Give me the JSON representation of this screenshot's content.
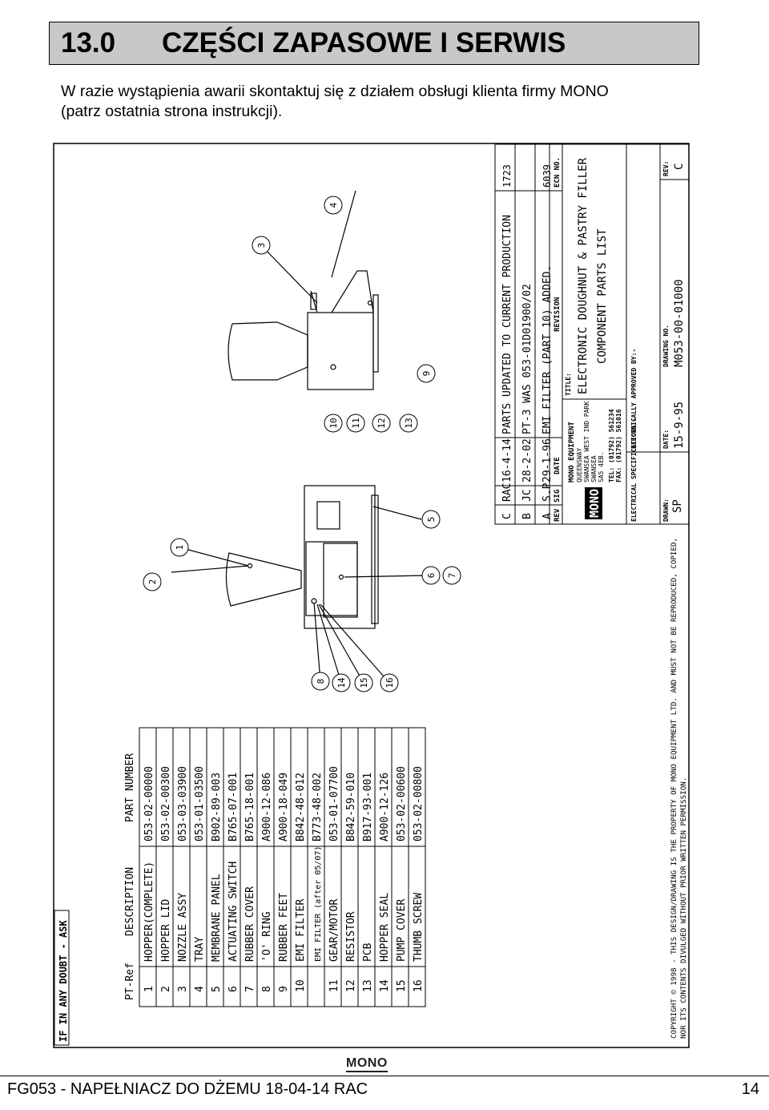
{
  "header": {
    "number": "13.0",
    "title": "CZĘŚCI ZAPASOWE I SERWIS"
  },
  "intro": {
    "line1": "W razie wystąpienia awarii skontaktuj się z działem obsługi klienta firmy MONO",
    "line2": "(patrz ostatnia strona instrukcji)."
  },
  "drawing": {
    "side_banner": "IF IN ANY DOUBT - ASK",
    "table_headers": {
      "ref": "PT-Ref",
      "description": "DESCRIPTION",
      "part": "PART NUMBER"
    },
    "parts": [
      {
        "ref": "1",
        "description": "HOPPER(COMPLETE)",
        "part": "053-02-00000"
      },
      {
        "ref": "2",
        "description": "HOPPER LID",
        "part": "053-02-00300"
      },
      {
        "ref": "3",
        "description": "NOZZLE ASSY",
        "part": "053-03-03900"
      },
      {
        "ref": "4",
        "description": "TRAY",
        "part": "053-01-03500"
      },
      {
        "ref": "5",
        "description": "MEMBRANE PANEL",
        "part": "B902-89-003"
      },
      {
        "ref": "6",
        "description": "ACTUATING SWITCH",
        "part": "B765-07-001"
      },
      {
        "ref": "7",
        "description": "RUBBER COVER",
        "part": "B765-18-001"
      },
      {
        "ref": "8",
        "description": "'O' RING",
        "part": "A900-12-086"
      },
      {
        "ref": "9",
        "description": "RUBBER FEET",
        "part": "A900-18-049"
      },
      {
        "ref": "10",
        "description": "EMI FILTER",
        "part": "B842-48-012"
      },
      {
        "ref": "",
        "description": "EMI FILTER (after 05/07)",
        "part": "B773-48-002"
      },
      {
        "ref": "11",
        "description": "GEAR/MOTOR",
        "part": "053-01-07700"
      },
      {
        "ref": "12",
        "description": "RESISTOR",
        "part": "B842-59-010"
      },
      {
        "ref": "13",
        "description": "PCB",
        "part": "B917-93-001"
      },
      {
        "ref": "14",
        "description": "HOPPER SEAL",
        "part": "A900-12-126"
      },
      {
        "ref": "15",
        "description": "PUMP COVER",
        "part": "053-02-00600"
      },
      {
        "ref": "16",
        "description": "THUMB SCREW",
        "part": "053-02-00800"
      }
    ],
    "balloons_top": [
      "3",
      "4",
      "9",
      "10",
      "11",
      "12",
      "13"
    ],
    "balloons_bottom": [
      "1",
      "2",
      "5",
      "6",
      "7",
      "8",
      "14",
      "15",
      "16"
    ],
    "revisions": [
      {
        "rev": "C",
        "sig": "RAC",
        "date": "16-4-14",
        "revision": "PARTS UPDATED TO CURRENT PRODUCTION",
        "ecn": "1723"
      },
      {
        "rev": "B",
        "sig": "JC",
        "date": "28-2-02",
        "revision": "PT-3 WAS 053-01D01900/02",
        "ecn": ""
      },
      {
        "rev": "A",
        "sig": "S.P",
        "date": "29-1-96",
        "revision": "EMI FILTER (PART 10) ADDED.",
        "ecn": "6039"
      }
    ],
    "rev_headers": {
      "rev": "REV",
      "sig": "SIG",
      "date": "DATE",
      "revision": "REVISION",
      "ecn": "ECN NO."
    },
    "company": {
      "name": "MONO EQUIPMENT",
      "address": [
        "QUEENSWAY",
        "SWANSEA WEST IND PARK",
        "SWANSEA",
        "SA5 4EB."
      ],
      "tel": "TEL: (01792) 561234",
      "fax": "FAX: (01792) 561016",
      "logo": "MONO"
    },
    "title_label": "TITLE:",
    "title_line1": "ELECTRONIC DOUGHNUT & PASTRY FILLER",
    "title_line2": "COMPONENT PARTS LIST",
    "drawn_label": "DRAWN:",
    "drawn": "SP",
    "date_label": "DATE:",
    "date": "15-9-95",
    "drawing_no_label": "DRAWING NO.",
    "drawing_no": "M053-00-01000",
    "rev_label": "REV:",
    "rev": "C",
    "elec_spec_label": "ELECTRICAL SPECIFICATIONS:-",
    "elec_approved_label": "ELECTRICALLY APPROVED BY:-",
    "copyright_line1": "COPYRIGHT © 1998 - THIS DESIGN/DRAWING IS THE PROPERTY OF MONO EQUIPMENT LTD. AND MUST NOT BE REPRODUCED, COPIED,",
    "copyright_line2": "NOR ITS CONTENTS DIVULGED WITHOUT PRIOR WRITTEN PERMISSION."
  },
  "footer": {
    "mark": "MONO",
    "text": "FG053 - NAPEŁNIACZ DO DŻEMU 18-04-14 RAC",
    "page": "14"
  }
}
